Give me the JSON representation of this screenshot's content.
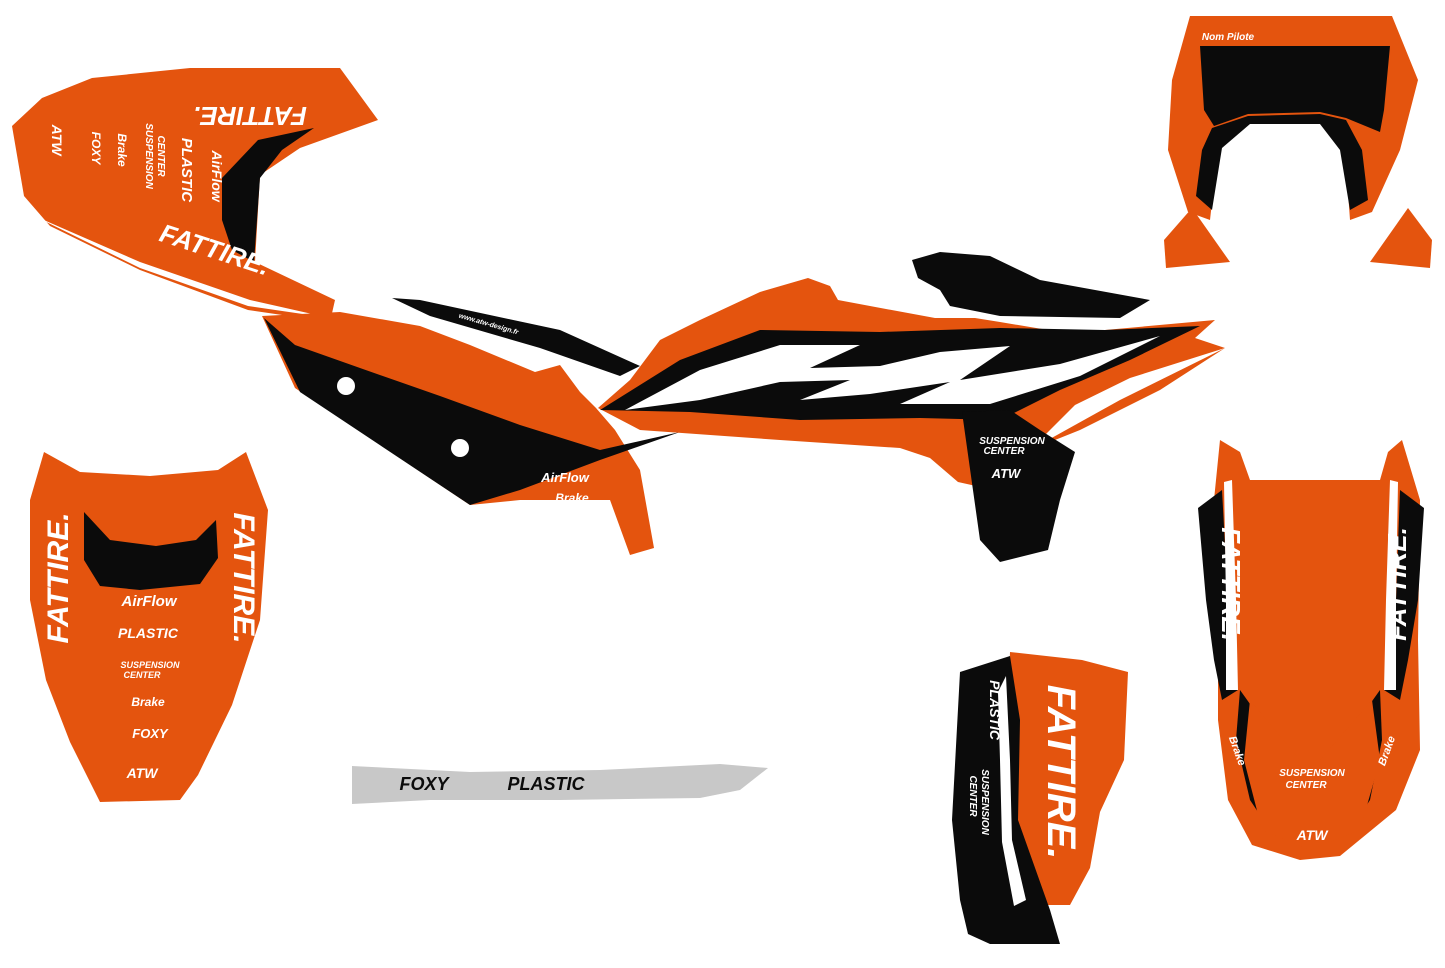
{
  "colors": {
    "orange": "#E4540E",
    "black": "#0B0B0B",
    "white": "#FFFFFF",
    "gray": "#C8C8C8"
  },
  "brands": {
    "fattire": "FATTIRE.",
    "plastic": "PLASTIC",
    "airflow": "AirFlow",
    "brake": "Brake",
    "foxy": "FOXY",
    "atw": "ATW",
    "suspension": "SUSPENSION",
    "center": "CENTER",
    "website": "www.atw-design.fr",
    "name_plate": "Nom Pilote"
  }
}
